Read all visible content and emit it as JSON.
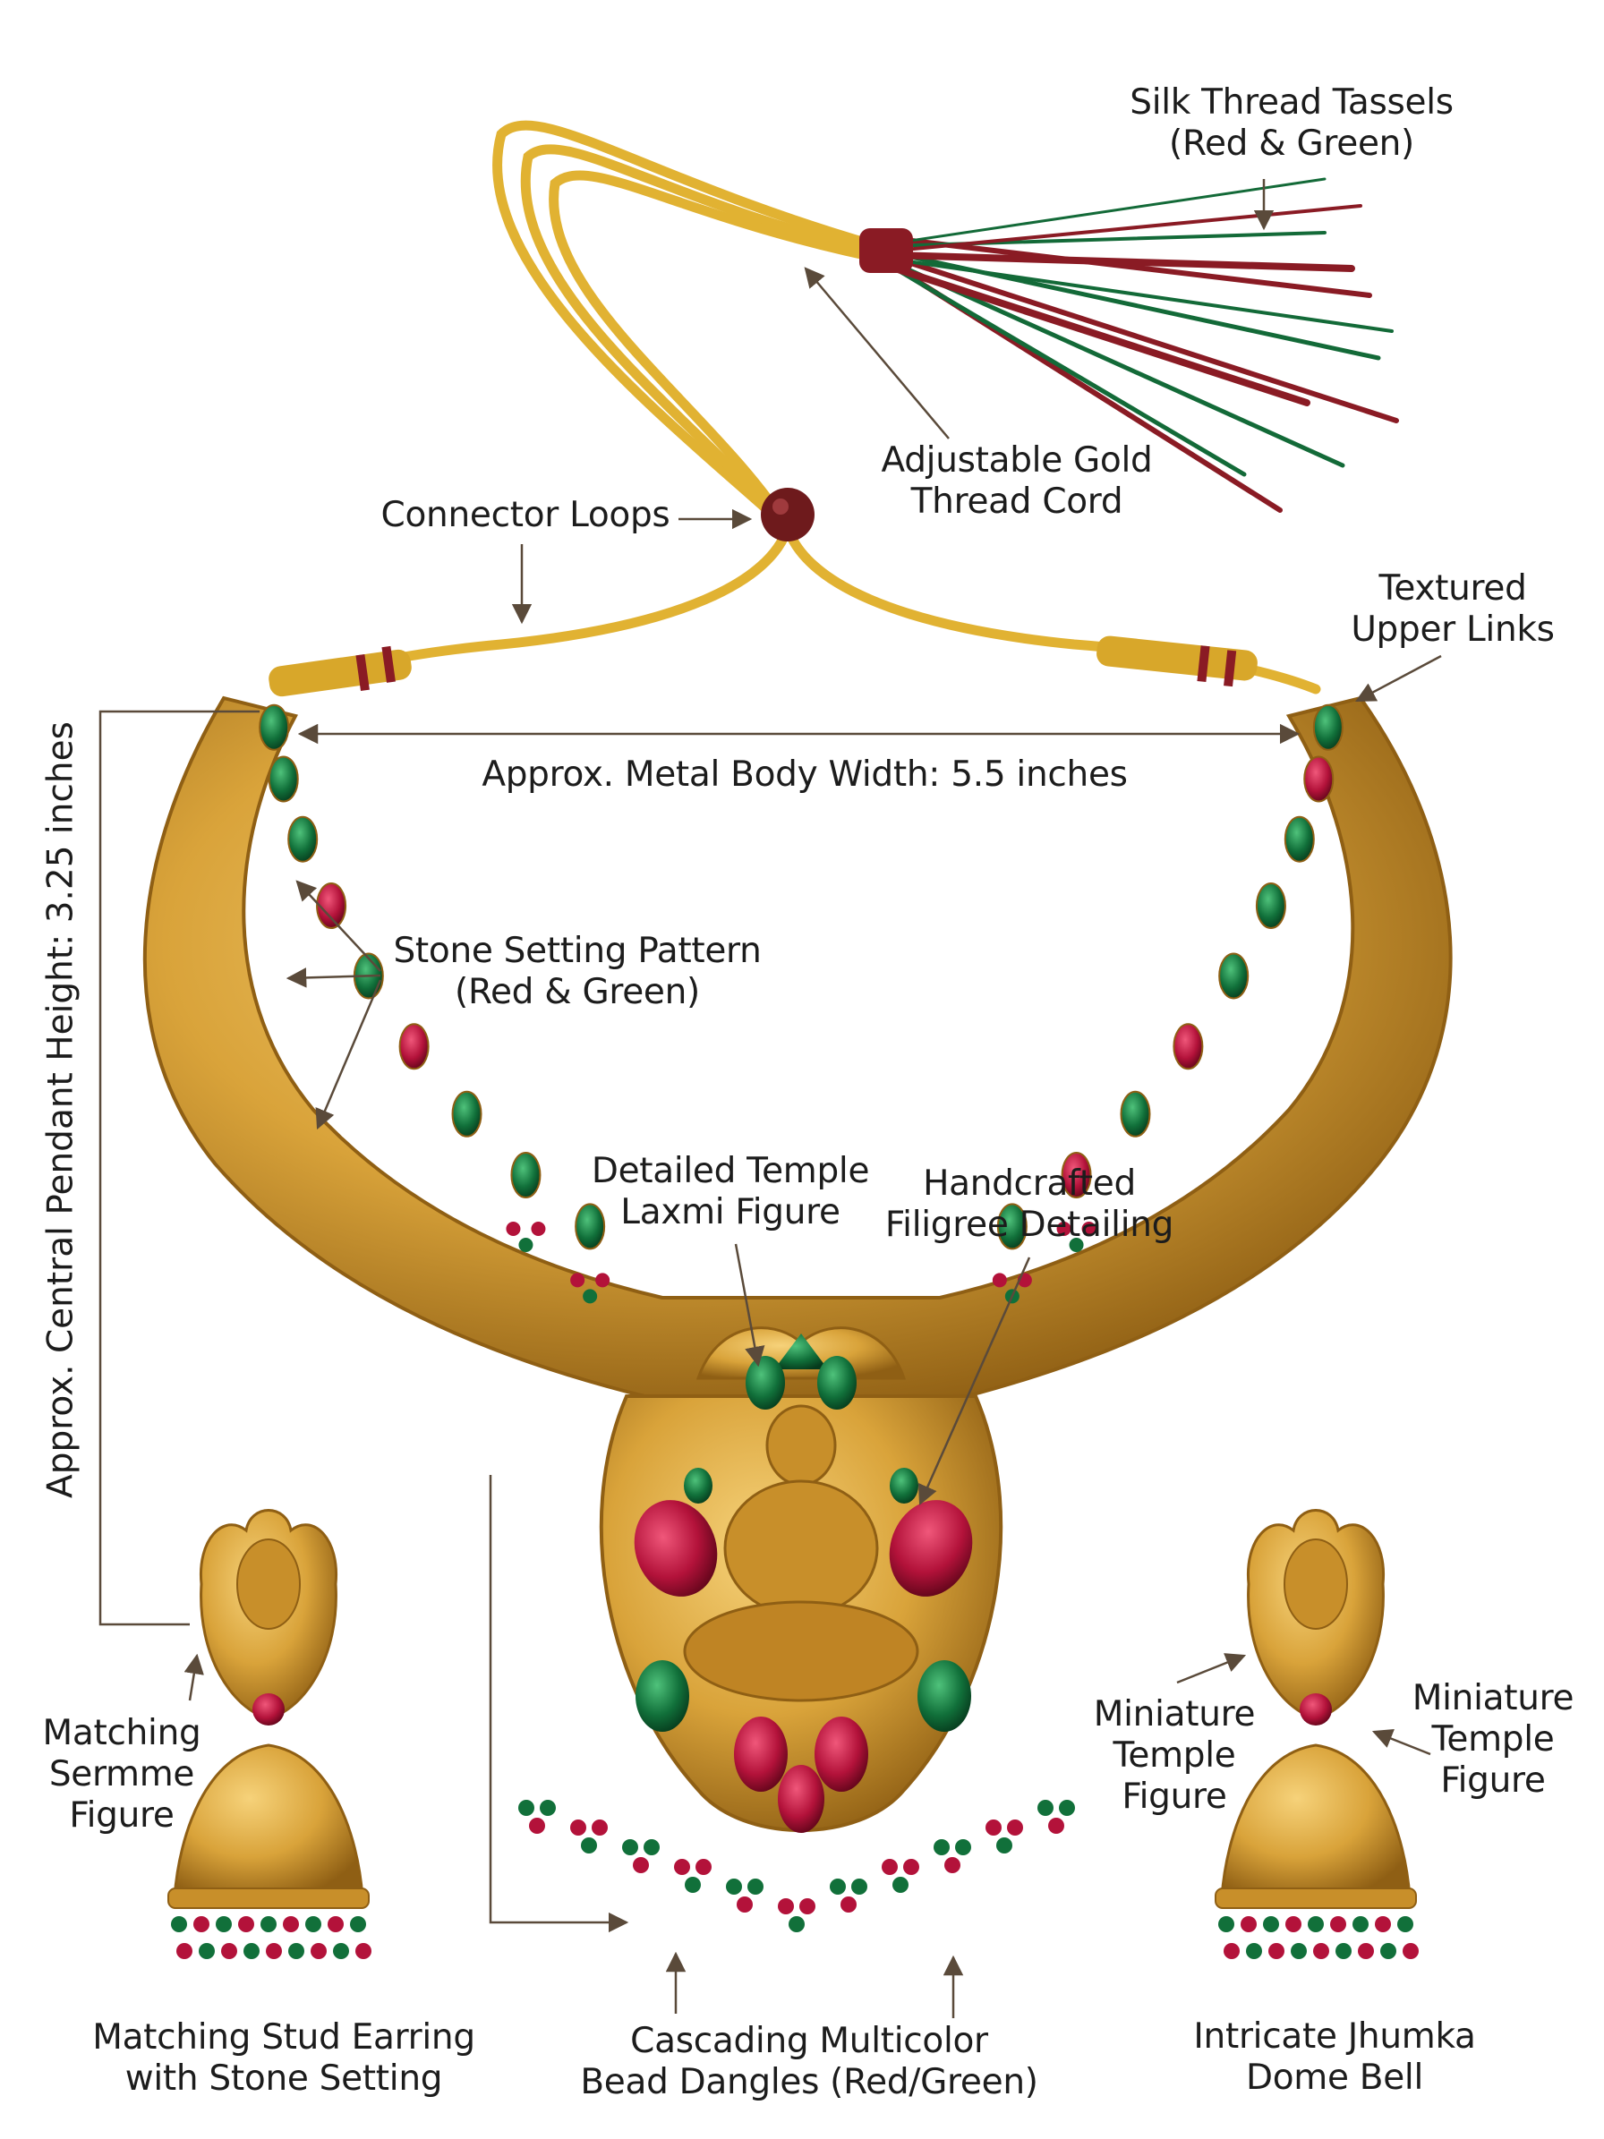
{
  "labels": {
    "silk_tassels": [
      "Silk Thread Tassels",
      "(Red & Green)"
    ],
    "gold_cord": [
      "Adjustable Gold",
      "Thread Cord"
    ],
    "connector_loops": [
      "Connector Loops"
    ],
    "upper_links": [
      "Textured",
      "Upper Links"
    ],
    "body_width": [
      "Approx. Metal Body Width: 5.5 inches"
    ],
    "pendant_height": [
      "Approx. Central Pendant Height: 3.25 inches"
    ],
    "stone_setting": [
      "Stone Setting Pattern",
      "(Red & Green)"
    ],
    "laxmi_figure": [
      "Detailed Temple",
      "Laxmi Figure"
    ],
    "filigree": [
      "Handcrafted",
      "Filigree Detailing"
    ],
    "matching_figure": [
      "Matching",
      "Sermme",
      "Figure"
    ],
    "mini_figure_a": [
      "Miniature",
      "Temple",
      "Figure"
    ],
    "mini_figure_b": [
      "Miniature",
      "Temple",
      "Figure"
    ],
    "stud_earring": [
      "Matching Stud Earring",
      "with Stone Setting"
    ],
    "bead_dangles": [
      "Cascading Multicolor",
      "Bead Dangles (Red/Green)"
    ],
    "jhumka_bell": [
      "Intricate Jhumka",
      "Dome Bell"
    ]
  },
  "colors": {
    "gold": "#d9a33a",
    "gold_dark": "#9c6a17",
    "cord": "#e6b733",
    "ruby": "#b3123a",
    "emerald": "#11703a",
    "maroon": "#7a1a22",
    "text": "#1c1c1c",
    "arrow": "#5a4a3a"
  }
}
